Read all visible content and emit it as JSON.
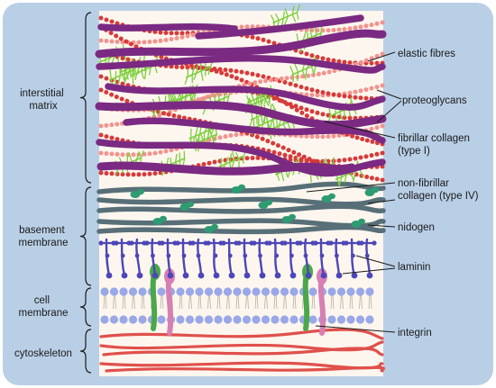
{
  "left_labels": {
    "interstitial_matrix": [
      "interstitial",
      "matrix"
    ],
    "basement_membrane": [
      "basement",
      "membrane"
    ],
    "cell_membrane": [
      "cell",
      "membrane"
    ],
    "cytoskeleton": [
      "cytoskeleton"
    ]
  },
  "right_labels": {
    "elastic_fibres": [
      "elastic fibres"
    ],
    "proteoglycans": [
      "proteoglycans"
    ],
    "fibrillar_collagen": [
      "fibrillar collagen",
      "(type I)"
    ],
    "non_fibrillar_collagen": [
      "non-fibrillar",
      "collagen (type IV)"
    ],
    "nidogen": [
      "nidogen"
    ],
    "laminin": [
      "laminin"
    ],
    "integrin": [
      "integrin"
    ]
  },
  "colors": {
    "frame": "#b9cfe6",
    "panel": "#fdf6ee",
    "elastic": "#7a2a82",
    "collagen_red": "#d63a3a",
    "collagen_pink": "#f2938f",
    "proteoglycan": "#7ccf3c",
    "collagen_iv": "#586f78",
    "nidogen": "#2e9b72",
    "laminin": "#4d46b8",
    "lipid_head": "#9aa8e8",
    "integrin_green": "#4aa84a",
    "integrin_pink": "#d77fb3",
    "cytoskeleton": "#e0504c"
  }
}
